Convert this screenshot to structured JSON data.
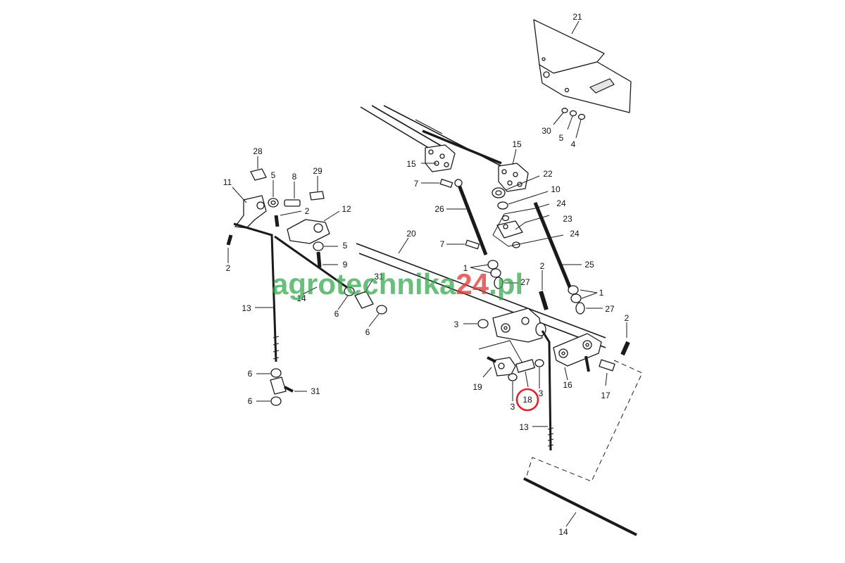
{
  "watermark": {
    "text_main": "agrotechnika",
    "text_num": "24",
    "text_tld": ".pl"
  },
  "highlight": {
    "label": "18",
    "color": "#e0242a"
  },
  "callouts": [
    {
      "id": "c21",
      "label": "21"
    },
    {
      "id": "c30",
      "label": "30"
    },
    {
      "id": "c5a",
      "label": "5"
    },
    {
      "id": "c4",
      "label": "4"
    },
    {
      "id": "c15a",
      "label": "15"
    },
    {
      "id": "c15b",
      "label": "15"
    },
    {
      "id": "c22",
      "label": "22"
    },
    {
      "id": "c10",
      "label": "10"
    },
    {
      "id": "c24a",
      "label": "24"
    },
    {
      "id": "c23",
      "label": "23"
    },
    {
      "id": "c24b",
      "label": "24"
    },
    {
      "id": "c7a",
      "label": "7"
    },
    {
      "id": "c26",
      "label": "26"
    },
    {
      "id": "c7b",
      "label": "7"
    },
    {
      "id": "c20",
      "label": "20"
    },
    {
      "id": "c25",
      "label": "25"
    },
    {
      "id": "c1a",
      "label": "1"
    },
    {
      "id": "c27a",
      "label": "27"
    },
    {
      "id": "c2a",
      "label": "2"
    },
    {
      "id": "c1b",
      "label": "1"
    },
    {
      "id": "c27b",
      "label": "27"
    },
    {
      "id": "c2b",
      "label": "2"
    },
    {
      "id": "c28",
      "label": "28"
    },
    {
      "id": "c5b",
      "label": "5"
    },
    {
      "id": "c8",
      "label": "8"
    },
    {
      "id": "c29",
      "label": "29"
    },
    {
      "id": "c11",
      "label": "11"
    },
    {
      "id": "c2c",
      "label": "2"
    },
    {
      "id": "c12",
      "label": "12"
    },
    {
      "id": "c5c",
      "label": "5"
    },
    {
      "id": "c9",
      "label": "9"
    },
    {
      "id": "c2d",
      "label": "2"
    },
    {
      "id": "c31a",
      "label": "31"
    },
    {
      "id": "c14a",
      "label": "14"
    },
    {
      "id": "c13a",
      "label": "13"
    },
    {
      "id": "c6a",
      "label": "6"
    },
    {
      "id": "c6b",
      "label": "6"
    },
    {
      "id": "c6c",
      "label": "6"
    },
    {
      "id": "c31b",
      "label": "31"
    },
    {
      "id": "c6d",
      "label": "6"
    },
    {
      "id": "c3a",
      "label": "3"
    },
    {
      "id": "c19",
      "label": "19"
    },
    {
      "id": "c3b",
      "label": "3"
    },
    {
      "id": "c3c",
      "label": "3"
    },
    {
      "id": "c16",
      "label": "16"
    },
    {
      "id": "c17",
      "label": "17"
    },
    {
      "id": "c13b",
      "label": "13"
    },
    {
      "id": "c14b",
      "label": "14"
    }
  ]
}
